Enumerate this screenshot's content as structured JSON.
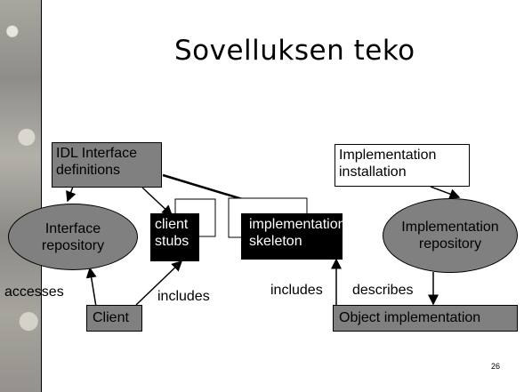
{
  "slide": {
    "title": "Sovelluksen teko",
    "page_number": "26"
  },
  "nodes": {
    "idl": "IDL Interface definitions",
    "interface_repository": "Interface repository",
    "client_stubs": "client stubs",
    "implementation_skeleton": "implementation skeleton",
    "implementation_installation": "Implementation installation",
    "implementation_repository": "Implementation repository",
    "client": "Client",
    "object_implementation": "Object implementation"
  },
  "edge_labels": {
    "accesses": "accesses",
    "includes_client": "includes",
    "includes_object": "includes",
    "describes": "describes"
  },
  "colors": {
    "grey_fill": "#808080",
    "black_fill": "#000000"
  }
}
